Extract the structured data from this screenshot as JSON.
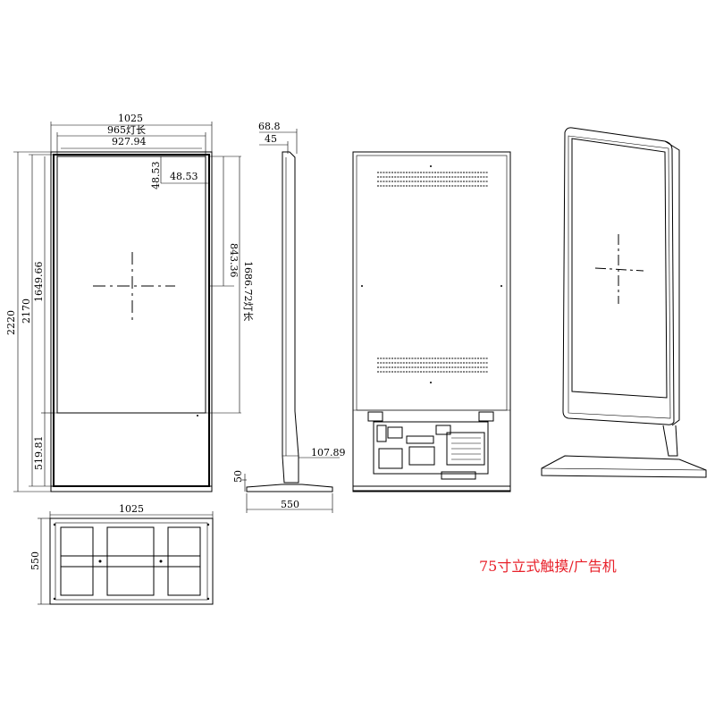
{
  "caption": "75寸立式触摸/广告机",
  "front_view": {
    "width_overall": "1025",
    "width_light": "965灯长",
    "width_screen": "927.94",
    "margin_top": "48.53",
    "margin_side": "48.53",
    "half_height": "843.36",
    "height_light": "1686.72灯长",
    "height_screen": "1649.66",
    "height_body": "2170",
    "height_overall": "2220",
    "bottom_section": "519.81"
  },
  "side_view": {
    "depth_top": "68.8",
    "depth_screen": "45",
    "depth_pole": "107.89",
    "base_height": "50",
    "base_depth": "550"
  },
  "base_view": {
    "width": "1025",
    "depth": "550"
  },
  "colors": {
    "caption": "#e8202a",
    "line": "#000000"
  }
}
